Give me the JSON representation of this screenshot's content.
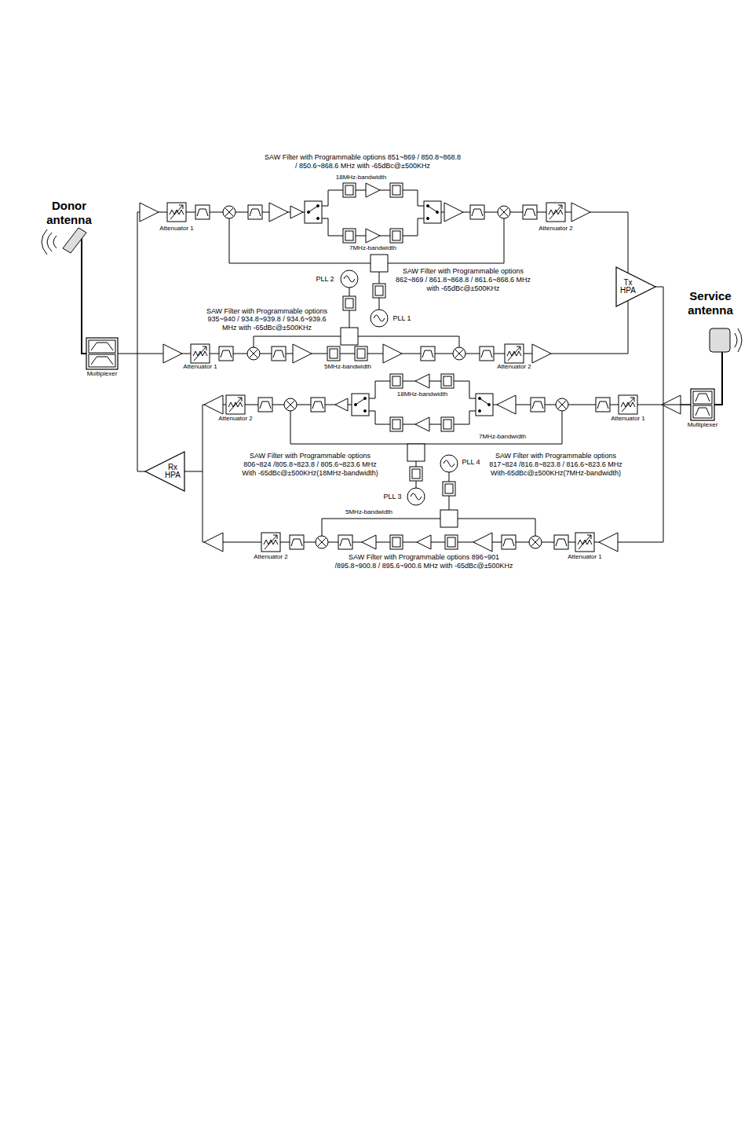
{
  "diagram": {
    "nodes": [
      {
        "text": [
          "Tx HPA"
        ]
      },
      {
        "text": [
          "Multiplexer"
        ]
      },
      {
        "text": [
          "Multiplexer"
        ]
      },
      {
        "text": [
          "Rx HPA"
        ]
      }
    ],
    "edges": [
      {
        "from": 3,
        "to": 1,
        "arrow": "none"
      },
      {
        "from": 0,
        "to": 2,
        "arrow": "none"
      }
    ],
    "labels": [
      "Donor antenna",
      "SAW Filter with Programmable options 851~869 / 850.8~868.8 / 850.6~868.6 MHz with -65dBc@±500KHz",
      "18MHz-bandwidth",
      "Attenuator 1",
      "7MHz-bandwidth",
      "Attenuator 2",
      "SAW Filter with Programmable options 862~869 / 861.8~868.8 / 861.6~868.6 MHz with -65dBc@±500KHz",
      "PLL 2",
      "SAW Filter with Programmable options 935~940 / 934.8~939.8 / 934.6~939.6 MHz with -65dBc@±500KHz",
      "PLL 1",
      "Service antenna",
      "Attenuator 1",
      "5MHz-bandwidth",
      "Attenuator 2",
      "18MHz-bandwidth",
      "Attenuator 2",
      "Attenuator 1",
      "7MHz-bandwidth",
      "SAW Filter with Programmable options 806~824 /805.8~823.8 / 805.6~823.6 MHz With -65dBc@±500KHz(18MHz-bandwidth)",
      "PLL 4",
      "SAW Filter with Programmable options 817~824 /816.8~823.8 / 816.6~823.6 MHz With-65dBc@±500KHz(7MHz-bandwidth)",
      "PLL 3",
      "5MHz-bandwidth",
      "Attenuator 2",
      "SAW Filter with Programmable options 896~901 /895.8~900.8 / 895.6~900.6 MHz with -65dBc@±500KHz",
      "Attenuator 1"
    ]
  }
}
